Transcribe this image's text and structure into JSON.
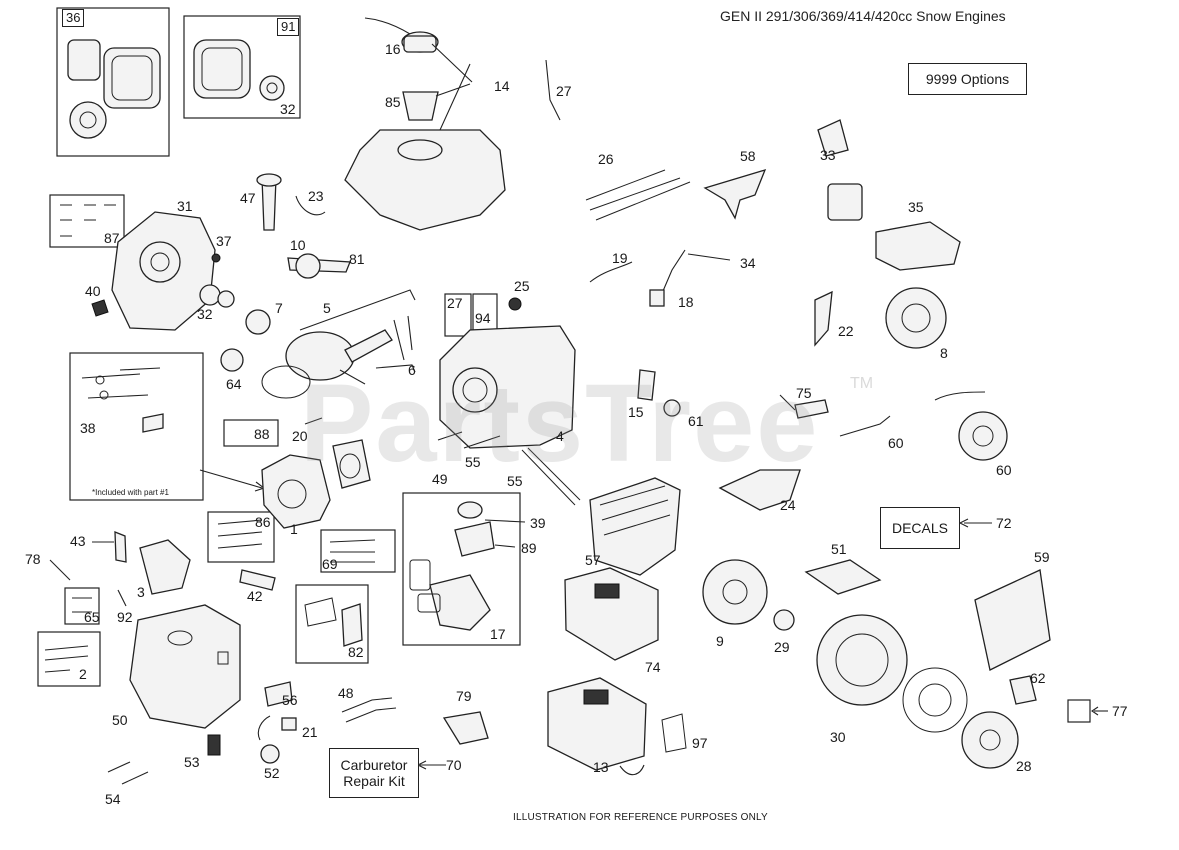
{
  "title": "GEN II 291/306/369/414/420cc Snow Engines",
  "watermark": "PartsTree",
  "watermark_tm": "TM",
  "footer": "ILLUSTRATION FOR REFERENCE PURPOSES ONLY",
  "boxes": {
    "options": "9999  Options",
    "decals": "DECALS",
    "carb_kit_line1": "Carburetor",
    "carb_kit_line2": "Repair Kit",
    "included_note": "*Included with part #1"
  },
  "callouts": {
    "p36": "36",
    "p91": "91",
    "p32a": "32",
    "p16": "16",
    "p14": "14",
    "p85": "85",
    "p27a": "27",
    "p26": "26",
    "p58": "58",
    "p33": "33",
    "p35": "35",
    "p31": "31",
    "p87": "87",
    "p47": "47",
    "p23": "23",
    "p37": "37",
    "p10": "10",
    "p81": "81",
    "p40": "40",
    "p32b": "32",
    "p7": "7",
    "p5": "5",
    "p27b": "27",
    "p94": "94",
    "p25": "25",
    "p19": "19",
    "p34": "34",
    "p18": "18",
    "p22": "22",
    "p8": "8",
    "p64": "64",
    "p6": "6",
    "p38": "38",
    "p88": "88",
    "p20": "20",
    "p15": "15",
    "p61": "61",
    "p75": "75",
    "p60a": "60",
    "p4": "4",
    "p49": "49",
    "p55a": "55",
    "p55b": "55",
    "p60b": "60",
    "p24": "24",
    "p86": "86",
    "p1": "1",
    "p39": "39",
    "p89": "89",
    "p57": "57",
    "p72": "72",
    "p43": "43",
    "p78": "78",
    "p69": "69",
    "p51": "51",
    "p59": "59",
    "p3": "3",
    "p92": "92",
    "p65": "65",
    "p42": "42",
    "p9": "9",
    "p29": "29",
    "p17": "17",
    "p2": "2",
    "p82": "82",
    "p74": "74",
    "p62": "62",
    "p77": "77",
    "p50": "50",
    "p56": "56",
    "p48": "48",
    "p79": "79",
    "p30": "30",
    "p21": "21",
    "p97": "97",
    "p53": "53",
    "p52": "52",
    "p70": "70",
    "p13": "13",
    "p28": "28",
    "p54": "54"
  }
}
